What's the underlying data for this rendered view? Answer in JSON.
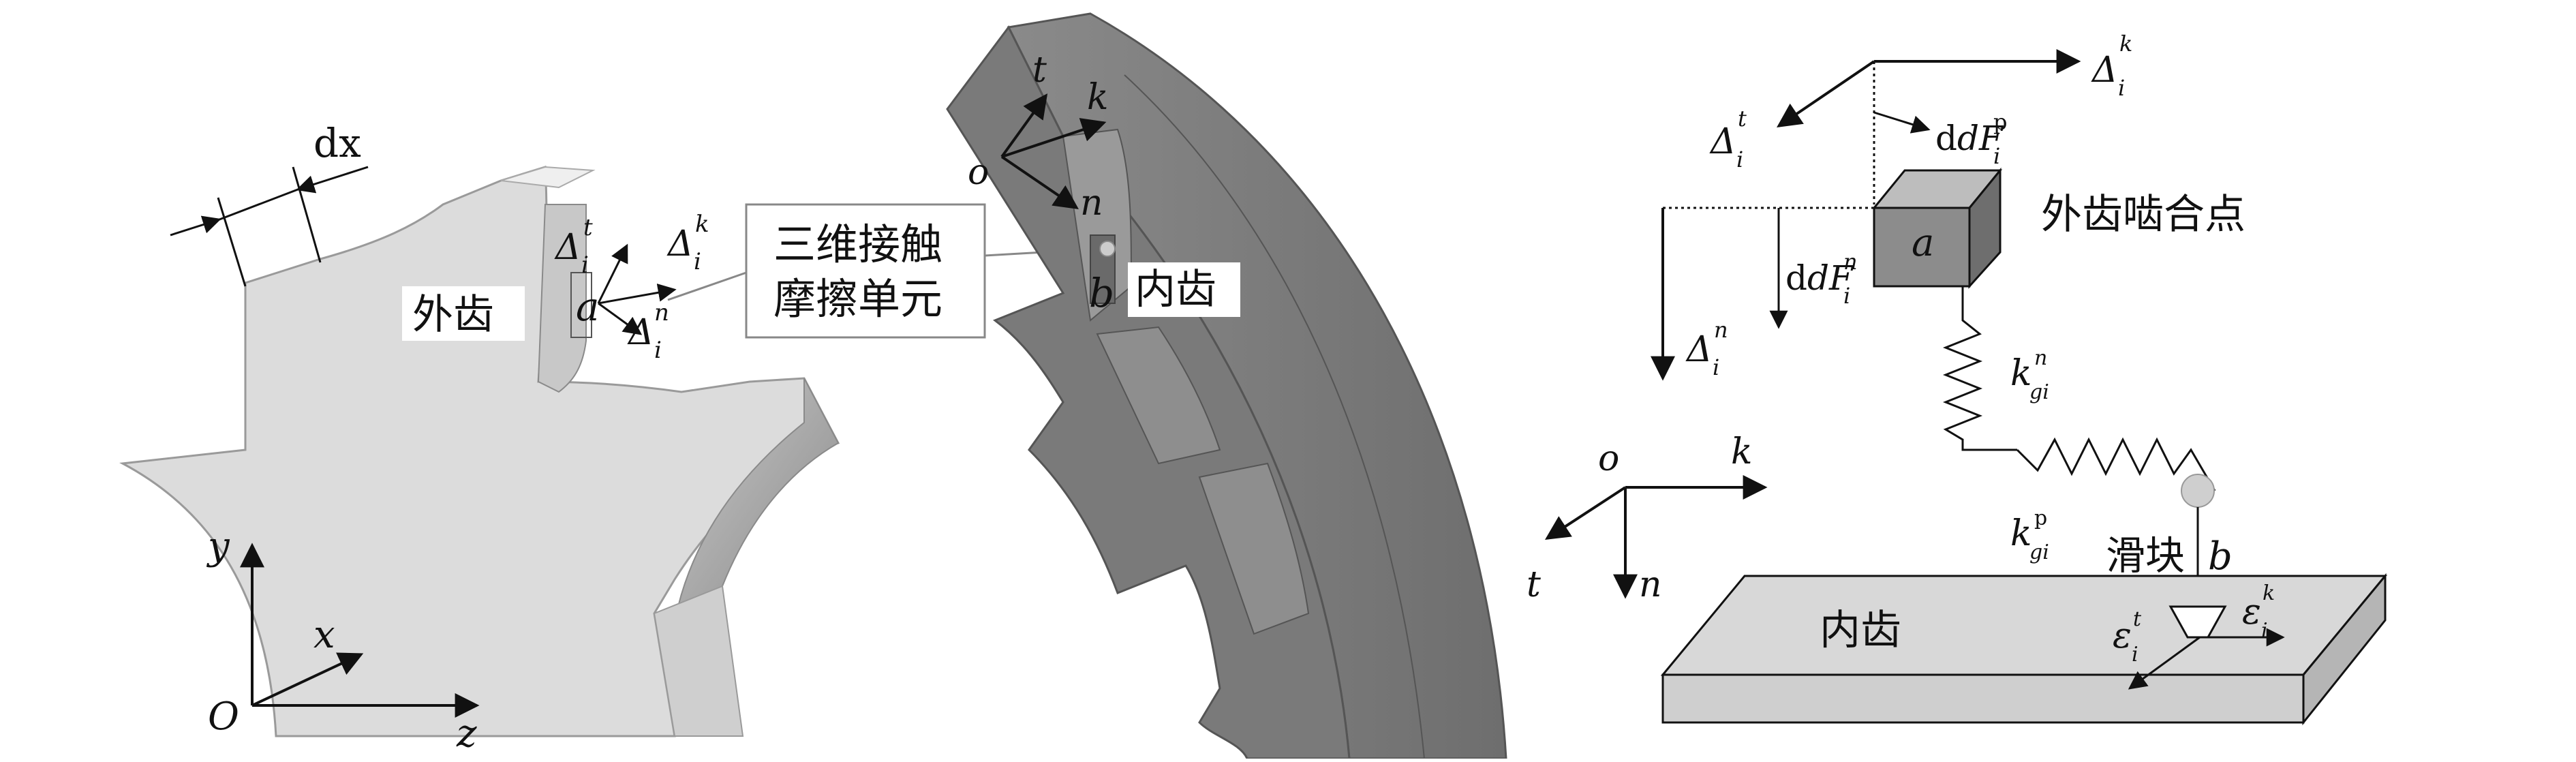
{
  "colors": {
    "outer_gear_face": "#d9d9d9",
    "outer_gear_side": "#b8b8b8",
    "inner_gear_face": "#8c8c8c",
    "inner_gear_dark": "#6f6f6f",
    "block_fill": "#8f8f8f",
    "plate_fill": "#d3d3d3",
    "stroke": "#111111"
  },
  "left_panel": {
    "dx_label": "dx",
    "outer_gear_label": "外齿",
    "inner_gear_label": "内齿",
    "contact_element_label_line1": "三维接触",
    "contact_element_label_line2": "摩擦单元",
    "point_a": "a",
    "point_b": "b",
    "delta_t": "Δ",
    "delta_sub": "i",
    "sup_t": "t",
    "sup_k": "k",
    "sup_n": "n",
    "local_axes": {
      "o": "o",
      "t": "t",
      "k": "k",
      "n": "n"
    },
    "global_axes": {
      "origin": "O",
      "x": "x",
      "y": "y",
      "z": "z"
    }
  },
  "right_panel": {
    "outer_mesh_point_label": "外齿啮合点",
    "block_label": "a",
    "slider_label": "滑块",
    "point_b": "b",
    "plate_label": "内齿",
    "delta": "Δ",
    "sub_i": "i",
    "sup_k": "k",
    "sup_t": "t",
    "sup_n": "n",
    "dF_p": "dF",
    "sup_p": "p",
    "dF_n": "dF",
    "spring_k": "k",
    "spring_sub": "gi",
    "spring_n_sup": "n",
    "spring_p_sup": "p",
    "epsilon": "ε",
    "axes": {
      "o": "o",
      "k": "k",
      "t": "t",
      "n": "n"
    }
  }
}
